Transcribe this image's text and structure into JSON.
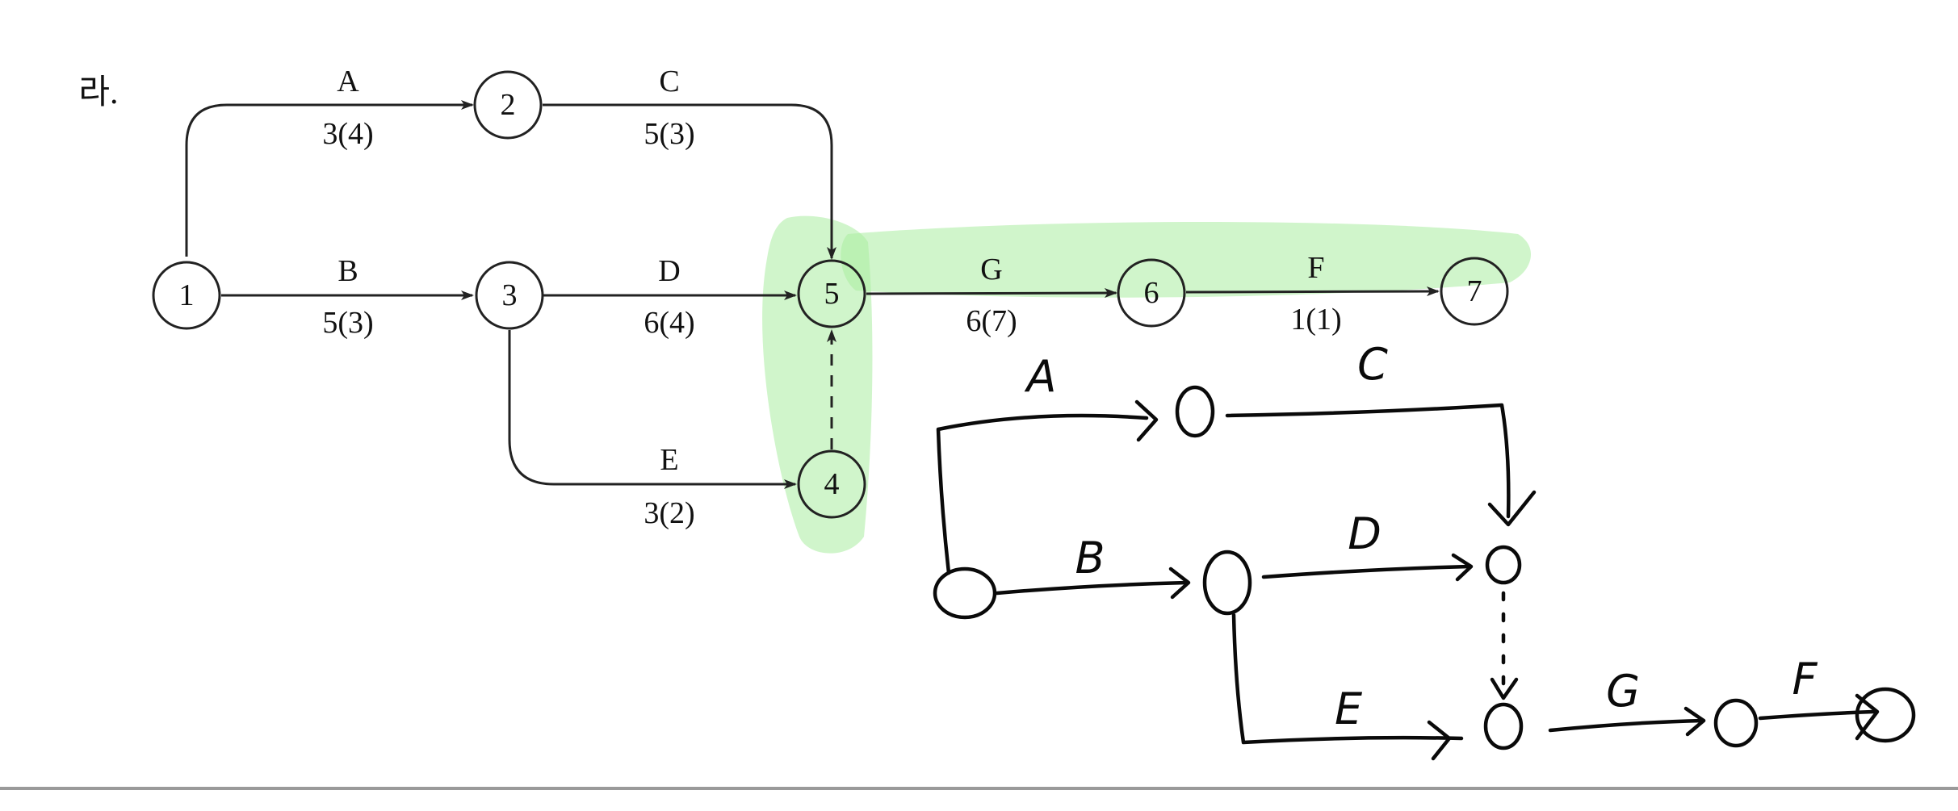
{
  "problem_marker": "라.",
  "colors": {
    "highlight": "#a9eda1",
    "ink": "#111111",
    "bottom_rule": "#9a9a9a"
  },
  "printed_network": {
    "nodes": [
      {
        "id": "n1",
        "label": "1"
      },
      {
        "id": "n2",
        "label": "2"
      },
      {
        "id": "n3",
        "label": "3"
      },
      {
        "id": "n4",
        "label": "4"
      },
      {
        "id": "n5",
        "label": "5"
      },
      {
        "id": "n6",
        "label": "6"
      },
      {
        "id": "n7",
        "label": "7"
      }
    ],
    "activities": [
      {
        "id": "a",
        "name": "A",
        "duration": "3(4)",
        "from": "1",
        "to": "2"
      },
      {
        "id": "c",
        "name": "C",
        "duration": "5(3)",
        "from": "2",
        "to": "5"
      },
      {
        "id": "b",
        "name": "B",
        "duration": "5(3)",
        "from": "1",
        "to": "3"
      },
      {
        "id": "d",
        "name": "D",
        "duration": "6(4)",
        "from": "3",
        "to": "5"
      },
      {
        "id": "e",
        "name": "E",
        "duration": "3(2)",
        "from": "3",
        "to": "4"
      },
      {
        "id": "g",
        "name": "G",
        "duration": "6(7)",
        "from": "5",
        "to": "6"
      },
      {
        "id": "f",
        "name": "F",
        "duration": "1(1)",
        "from": "6",
        "to": "7"
      }
    ],
    "dummy_activity": {
      "from": "4",
      "to": "5",
      "style": "dashed"
    },
    "highlighted_path": [
      "4",
      "5",
      "6",
      "7"
    ]
  },
  "handwritten_sketch": {
    "labels": {
      "a": "A",
      "c": "C",
      "b": "B",
      "d": "D",
      "e": "E",
      "g": "G",
      "f": "F"
    }
  }
}
